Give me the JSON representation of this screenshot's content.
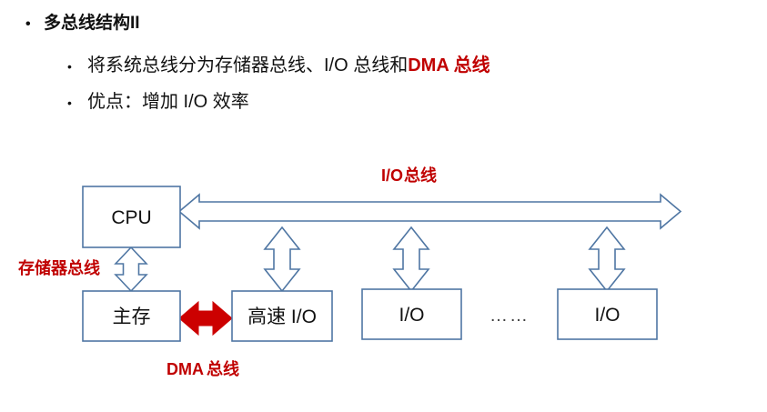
{
  "slide": {
    "title": "多总线结构II",
    "bullets": [
      {
        "level": 1,
        "marker": "•",
        "text": "多总线结构II"
      },
      {
        "level": 2,
        "marker": "•",
        "text_before": "将系统总线分为存储器总线、I/O 总线和 ",
        "text_highlight": "DMA 总线"
      },
      {
        "level": 2,
        "marker": "•",
        "text": "优点：增加 I/O 效率"
      }
    ]
  },
  "diagram": {
    "boxes": [
      {
        "id": "cpu",
        "label": "CPU"
      },
      {
        "id": "main-memory",
        "label": "主存"
      },
      {
        "id": "fast-io",
        "label": "高速 I/O"
      },
      {
        "id": "io-1",
        "label": "I/O"
      },
      {
        "id": "io-n",
        "label": "I/O"
      }
    ],
    "ellipsis": "……",
    "bus_labels": {
      "memory_bus": "存储器总线",
      "io_bus_sans": "I/O",
      "io_bus_serif": " 总线",
      "dma_bus_sans": "DMA",
      "dma_bus_serif": " 总线"
    }
  },
  "colors": {
    "accent_red": "#C00000",
    "box_stroke": "#4F76A3",
    "arrow_stroke": "#4F76A3",
    "dma_arrow_fill": "#CC0000",
    "text": "#111111",
    "background": "#FFFFFF"
  }
}
